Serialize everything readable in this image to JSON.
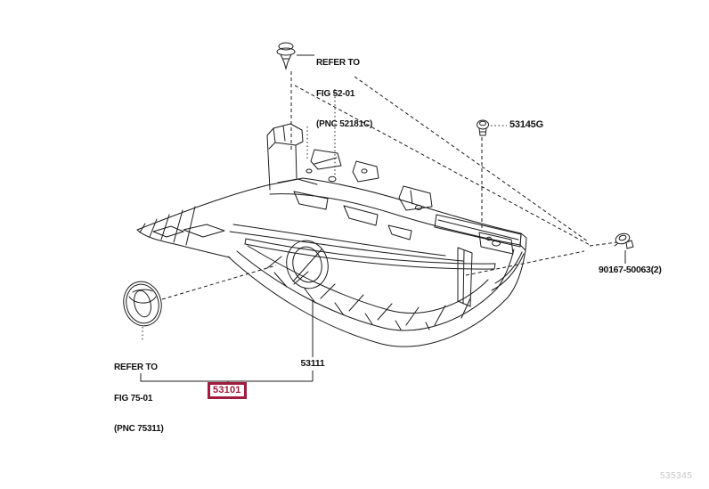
{
  "diagram": {
    "type": "exploded-parts-view",
    "subject": "front radiator grille assembly",
    "colors": {
      "line": "#1c1c1c",
      "highlight": "#9e1c3e",
      "watermark_gray": "#c8c8c8",
      "background": "#ffffff"
    },
    "refer_top": {
      "line1": "REFER TO",
      "line2": "FIG 52-01",
      "line3": "(PNC 52181C)"
    },
    "refer_emblem": {
      "line1": "REFER TO",
      "line2": "FIG 75-01",
      "line3": "(PNC 75311)"
    },
    "parts": {
      "screw": {
        "label": "53145G"
      },
      "bolt": {
        "label": "90167-50063(2)"
      },
      "grille": {
        "label": "53111"
      },
      "assembly": {
        "label": "53101",
        "highlighted": true
      }
    },
    "icons": [
      "push-clip-icon",
      "screw-icon",
      "bolt-icon",
      "toyota-emblem-icon"
    ],
    "watermark": "535345"
  }
}
